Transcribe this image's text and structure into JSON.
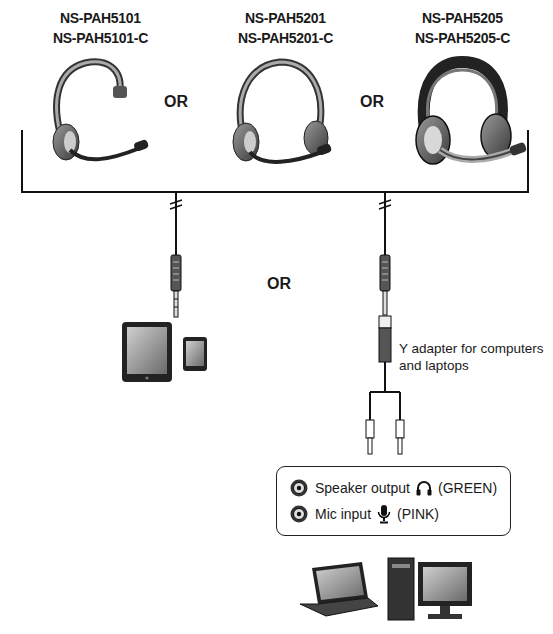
{
  "diagram": {
    "nodes": [
      {
        "text": [
          "Speaker output",
          "(GREEN)",
          "Mic input",
          "(PINK)"
        ]
      }
    ],
    "labels": [
      "NS-PAH5101",
      "NS-PAH5101-C",
      "NS-PAH5201",
      "NS-PAH5201-C",
      "NS-PAH5205",
      "NS-PAH5205-C",
      "OR",
      "OR",
      "OR",
      "Y adapter for computers and laptops"
    ]
  }
}
